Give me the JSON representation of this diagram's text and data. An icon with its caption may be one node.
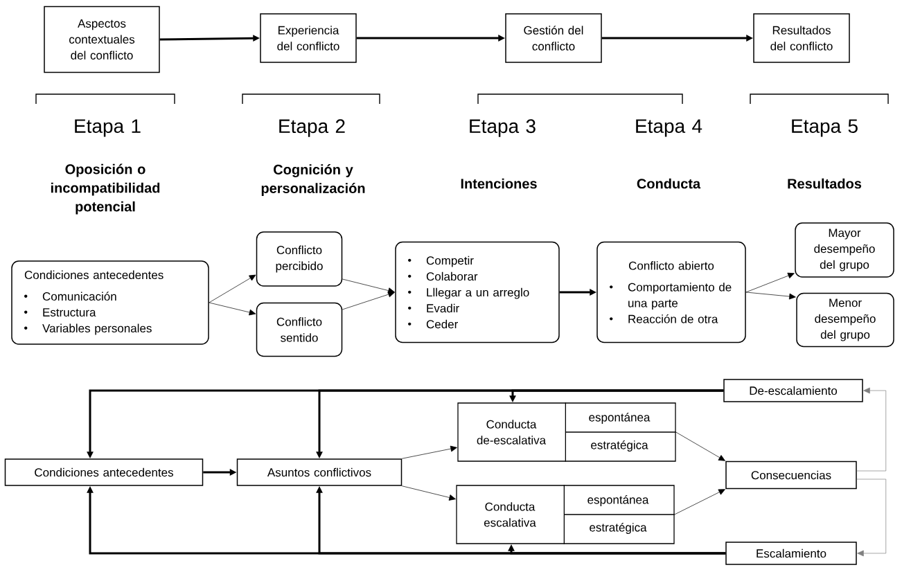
{
  "diagram": {
    "nodes": [
      {
        "text": [
          "Aspectos contextuales del conflicto"
        ]
      },
      {
        "text": [
          "Experiencia del conflicto"
        ]
      },
      {
        "text": [
          "Gestión del conflicto"
        ]
      },
      {
        "text": [
          "Resultados del conflicto"
        ]
      },
      {
        "text": [
          "Condiciones antecedentes",
          "Comunicación",
          "Estructura",
          "Variables personales"
        ]
      },
      {
        "text": [
          "Conflicto percibido"
        ]
      },
      {
        "text": [
          "Conflicto sentido"
        ]
      },
      {
        "text": [
          "Competir",
          "Colaborar",
          "Lllegar a un arreglo",
          "Evadir",
          "Ceder"
        ]
      },
      {
        "text": [
          "Conflicto abierto",
          "Comportamiento de una parte",
          "Reacción de otra"
        ]
      },
      {
        "text": [
          "Mayor desempeño del grupo"
        ]
      },
      {
        "text": [
          "Menor desempeño del grupo"
        ]
      },
      {
        "text": [
          "Condiciones antecedentes"
        ]
      },
      {
        "text": [
          "Asuntos conflictivos"
        ]
      },
      {
        "text": [
          "Conducta de-escalativa",
          "espontánea",
          "estratégica"
        ]
      },
      {
        "text": [
          "Conducta escalativa",
          "espontánea",
          "estratégica"
        ]
      },
      {
        "text": [
          "Consecuencias"
        ]
      },
      {
        "text": [
          "De-escalamiento"
        ]
      },
      {
        "text": [
          "Escalamiento"
        ]
      }
    ],
    "edges": [
      {
        "from": 0,
        "to": 1,
        "arrow": "to",
        "style": "thick"
      },
      {
        "from": 1,
        "to": 2,
        "arrow": "to",
        "style": "thick"
      },
      {
        "from": 2,
        "to": 3,
        "arrow": "to",
        "style": "thick"
      },
      {
        "from": 4,
        "to": 5,
        "arrow": "to"
      },
      {
        "from": 4,
        "to": 6,
        "arrow": "to"
      },
      {
        "from": 5,
        "to": 7,
        "arrow": "to"
      },
      {
        "from": 6,
        "to": 7,
        "arrow": "to"
      },
      {
        "from": 7,
        "to": 8,
        "arrow": "to",
        "style": "thick"
      },
      {
        "from": 8,
        "to": 9,
        "arrow": "to"
      },
      {
        "from": 8,
        "to": 10,
        "arrow": "to"
      },
      {
        "from": 11,
        "to": 12,
        "arrow": "to",
        "style": "thick"
      },
      {
        "from": 12,
        "to": 13,
        "arrow": "to"
      },
      {
        "from": 12,
        "to": 14,
        "arrow": "to"
      },
      {
        "from": 13,
        "to": 15,
        "arrow": "to"
      },
      {
        "from": 14,
        "to": 15,
        "arrow": "to"
      },
      {
        "from": 15,
        "to": 16,
        "arrow": "to",
        "color": "#808080"
      },
      {
        "from": 15,
        "to": 17,
        "arrow": "to",
        "color": "#808080"
      },
      {
        "from": 16,
        "to": 11,
        "arrow": "to",
        "style": "thick"
      },
      {
        "from": 16,
        "to": 12,
        "arrow": "to",
        "style": "thick"
      },
      {
        "from": 16,
        "to": 13,
        "arrow": "to",
        "style": "thick"
      },
      {
        "from": 17,
        "to": 11,
        "arrow": "to",
        "style": "thick"
      },
      {
        "from": 17,
        "to": 12,
        "arrow": "to",
        "style": "thick"
      },
      {
        "from": 17,
        "to": 14,
        "arrow": "to",
        "style": "thick"
      }
    ],
    "labels": [
      "Etapa 1",
      "Etapa 2",
      "Etapa 3",
      "Etapa 4",
      "Etapa 5",
      "Oposición o incompatibilidad potencial",
      "Cognición y personalización",
      "Intenciones",
      "Conducta",
      "Resultados"
    ]
  }
}
